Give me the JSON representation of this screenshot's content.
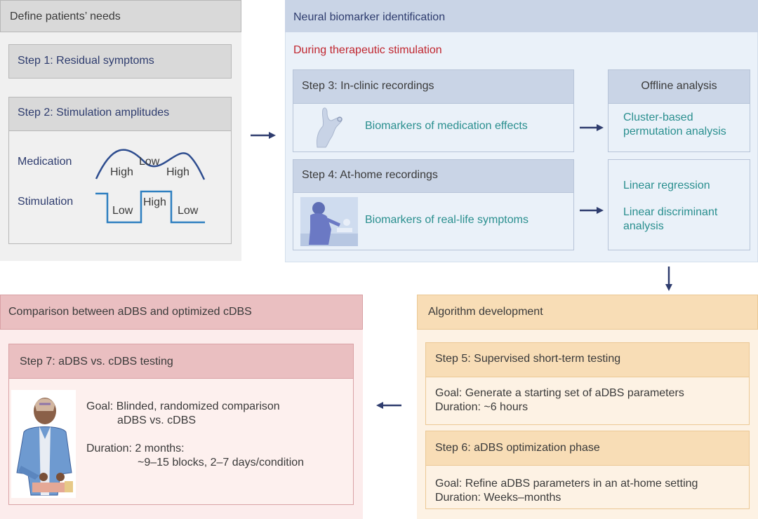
{
  "panel1": {
    "title": "Define patients’ needs",
    "step1": "Step 1: Residual symptoms",
    "step2": "Step 2: Stimulation amplitudes",
    "medication_label": "Medication",
    "stimulation_label": "Stimulation",
    "med_wave": {
      "high1": "High",
      "low": "Low",
      "high2": "High"
    },
    "stim_wave": {
      "low1": "Low",
      "high": "High",
      "low2": "Low"
    }
  },
  "panel2": {
    "title": "Neural biomarker identification",
    "subtitle": "During therapeutic stimulation",
    "step3": {
      "title": "Step 3: In-clinic recordings",
      "text": "Biomarkers of medication effects"
    },
    "step4": {
      "title": "Step 4: At-home recordings",
      "text": "Biomarkers of real-life symptoms"
    },
    "offline": {
      "title": "Offline analysis",
      "method1_line1": "Cluster-based",
      "method1_line2": "permutation analysis",
      "method2": "Linear regression",
      "method3_line1": "Linear discriminant",
      "method3_line2": "analysis"
    }
  },
  "panel3": {
    "title": "Comparison between aDBS and optimized cDBS",
    "step7": {
      "title": "Step 7: aDBS vs. cDBS testing",
      "goal_line1": "Goal: Blinded, randomized comparison",
      "goal_line2": "aDBS vs. cDBS",
      "duration_line1": "Duration: 2 months:",
      "duration_line2": "~9–15 blocks, 2–7 days/condition"
    }
  },
  "panel4": {
    "title": "Algorithm development",
    "step5": {
      "title": "Step 5: Supervised short-term testing",
      "goal": "Goal: Generate a starting set of aDBS parameters",
      "duration": "Duration: ~6 hours"
    },
    "step6": {
      "title": "Step 6: aDBS optimization phase",
      "goal": "Goal: Refine aDBS parameters in an at-home setting",
      "duration": "Duration: Weeks–months"
    }
  },
  "colors": {
    "navy_arrow": "#2e3c6e",
    "teal_text": "#2a8f8f",
    "red_text": "#c0262f",
    "wave_navy": "#2e4d8f",
    "wave_blue": "#2e7fc0"
  }
}
